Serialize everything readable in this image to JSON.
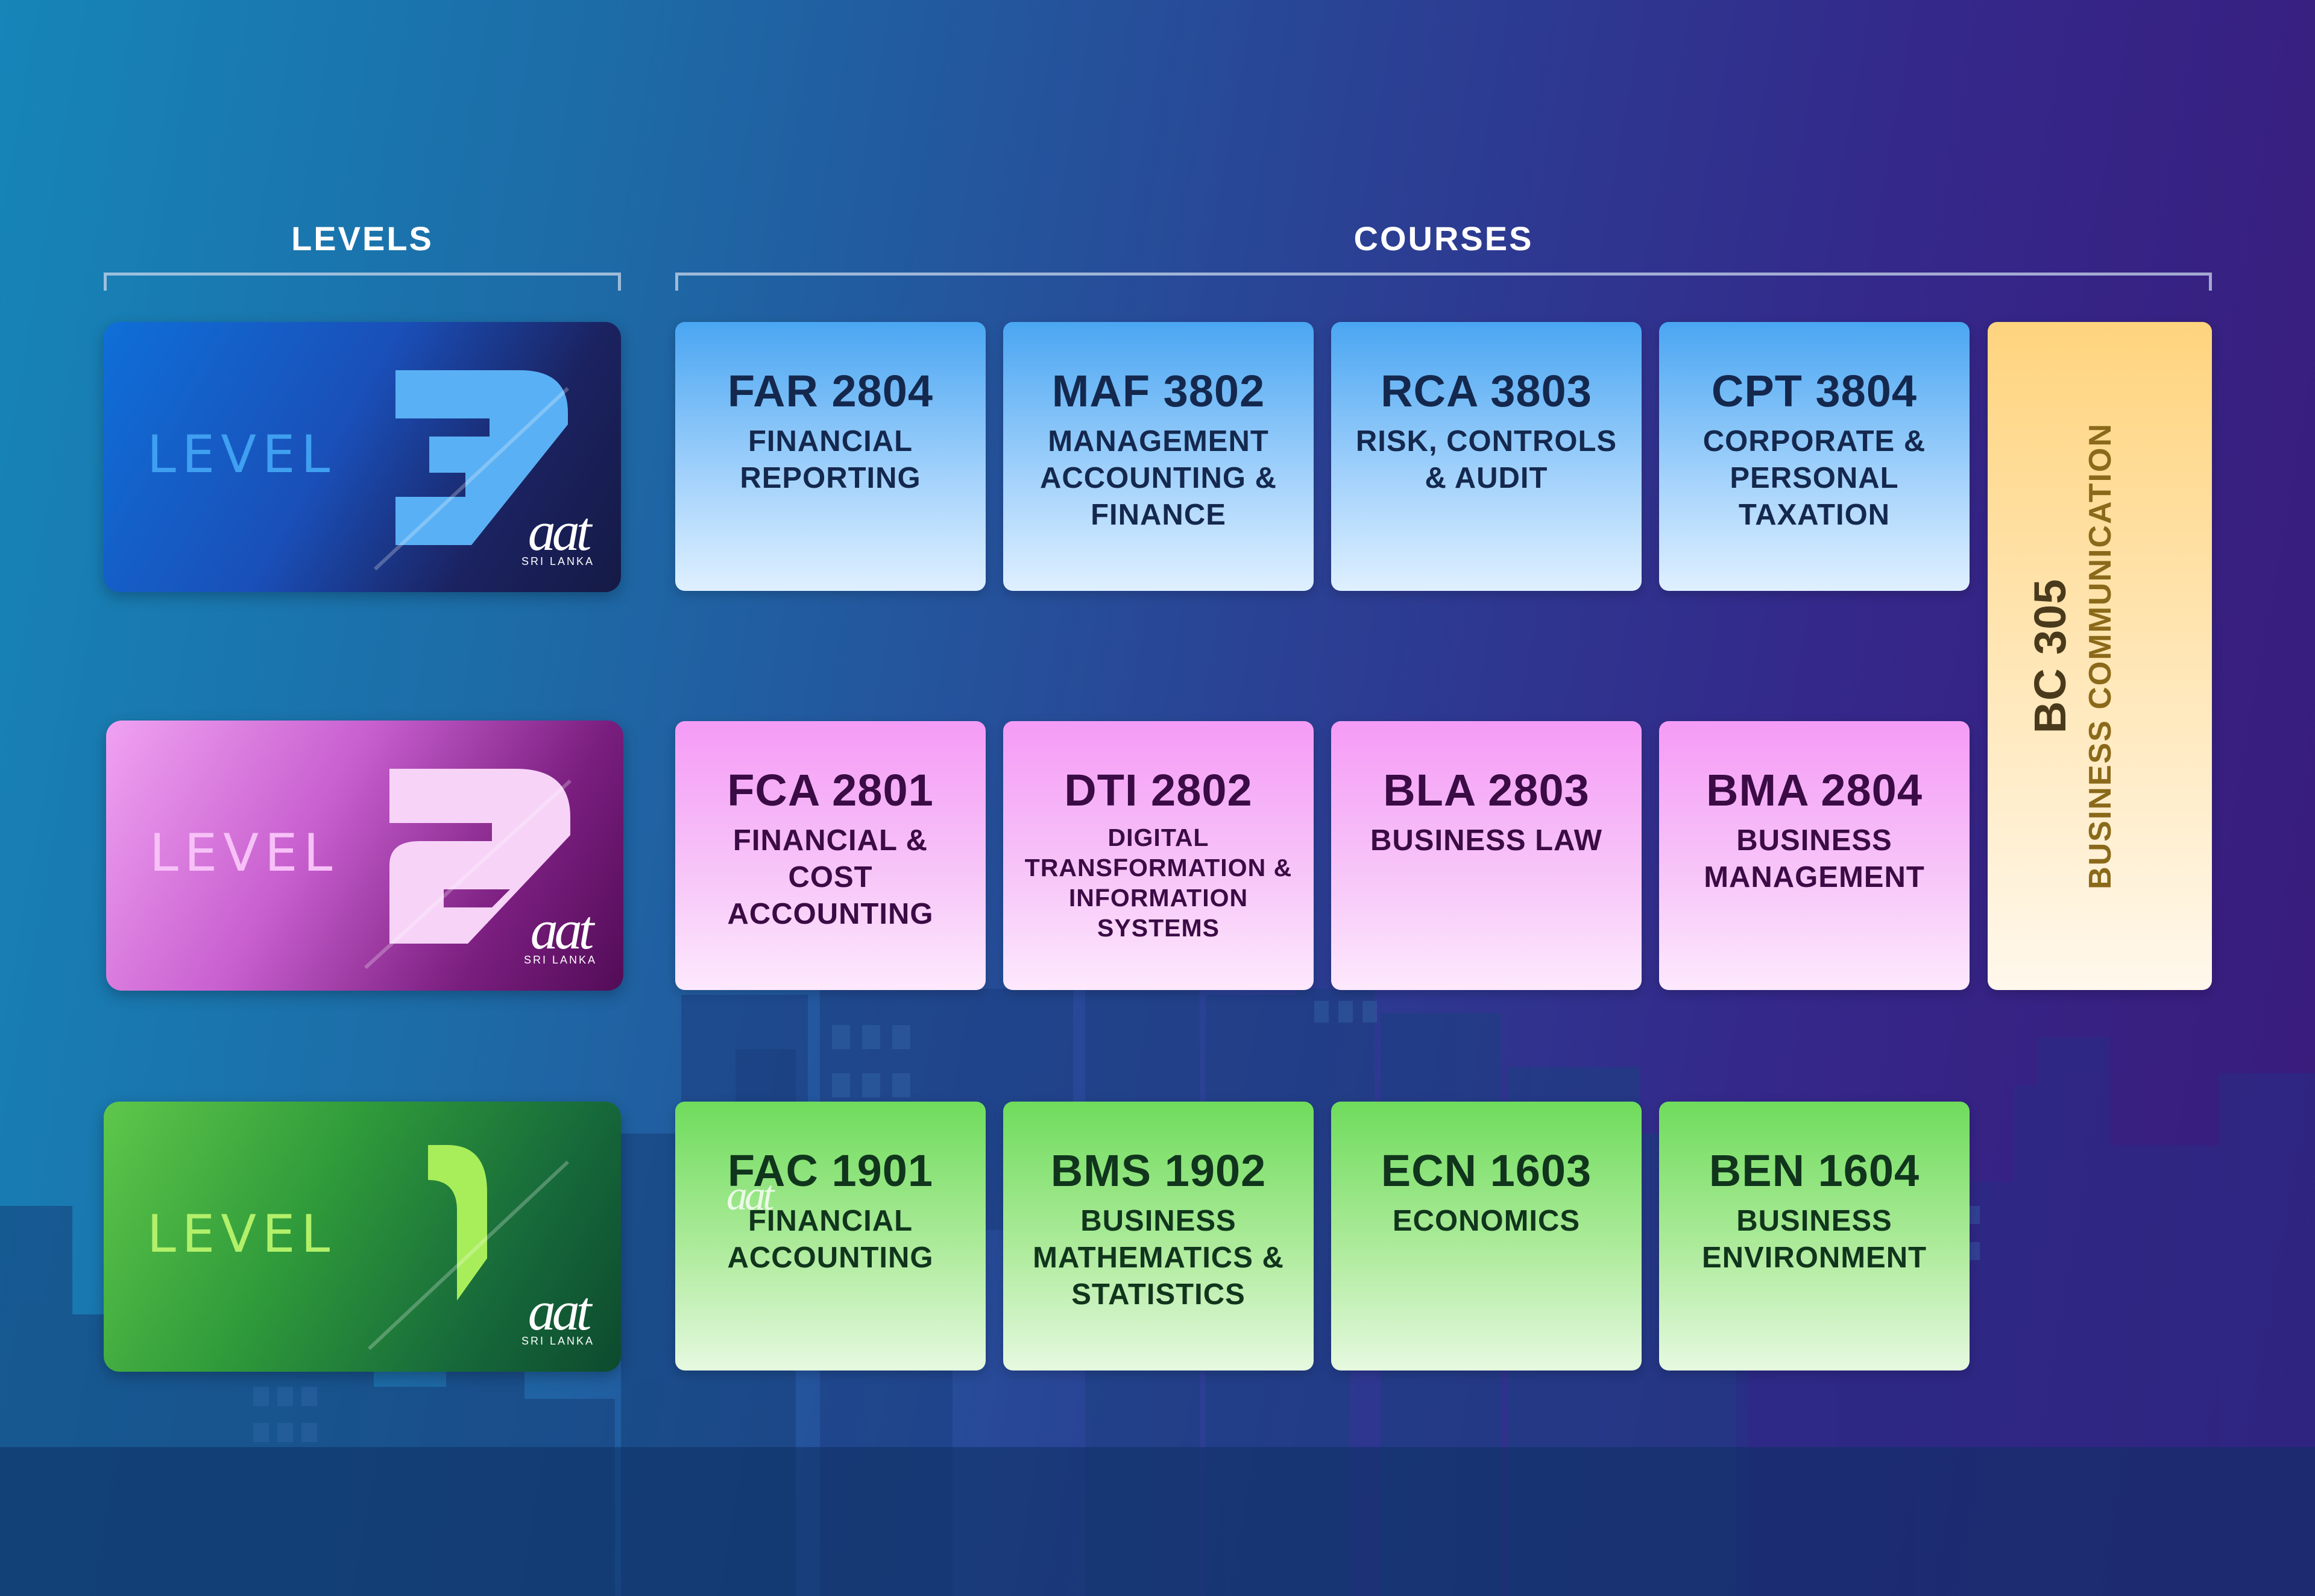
{
  "headers": {
    "levels": "LEVELS",
    "courses": "COURSES"
  },
  "levels": [
    {
      "word": "LEVEL",
      "number": "3",
      "logo_mark": "aat",
      "logo_sub": "SRI LANKA"
    },
    {
      "word": "LEVEL",
      "number": "2",
      "logo_mark": "aat",
      "logo_sub": "SRI LANKA"
    },
    {
      "word": "LEVEL",
      "number": "1",
      "logo_mark": "aat",
      "logo_sub": "SRI LANKA"
    }
  ],
  "courses": {
    "level3": [
      {
        "code": "FAR 2804",
        "name": "FINANCIAL REPORTING"
      },
      {
        "code": "MAF 3802",
        "name": "MANAGEMENT ACCOUNTING & FINANCE"
      },
      {
        "code": "RCA 3803",
        "name": "RISK, CONTROLS & AUDIT"
      },
      {
        "code": "CPT 3804",
        "name": "CORPORATE & PERSONAL TAXATION"
      }
    ],
    "level2": [
      {
        "code": "FCA 2801",
        "name": "FINANCIAL & COST ACCOUNTING"
      },
      {
        "code": "DTI 2802",
        "name": "DIGITAL TRANSFORMATION & INFORMATION SYSTEMS"
      },
      {
        "code": "BLA 2803",
        "name": "BUSINESS LAW"
      },
      {
        "code": "BMA 2804",
        "name": "BUSINESS MANAGEMENT"
      }
    ],
    "level1": [
      {
        "code": "FAC 1901",
        "name": "FINANCIAL ACCOUNTING"
      },
      {
        "code": "BMS 1902",
        "name": "BUSINESS MATHEMATICS & STATISTICS"
      },
      {
        "code": "ECN 1603",
        "name": "ECONOMICS"
      },
      {
        "code": "BEN 1604",
        "name": "BUSINESS ENVIRONMENT"
      }
    ]
  },
  "common_course": {
    "code": "BC 305",
    "name": "BUSINESS COMMUNICATION"
  },
  "watermark": {
    "mark": "aat"
  },
  "colors": {
    "level3": "#1a63d6",
    "level2": "#c050c8",
    "level1": "#3aa83a",
    "common": "#ffd47e"
  }
}
